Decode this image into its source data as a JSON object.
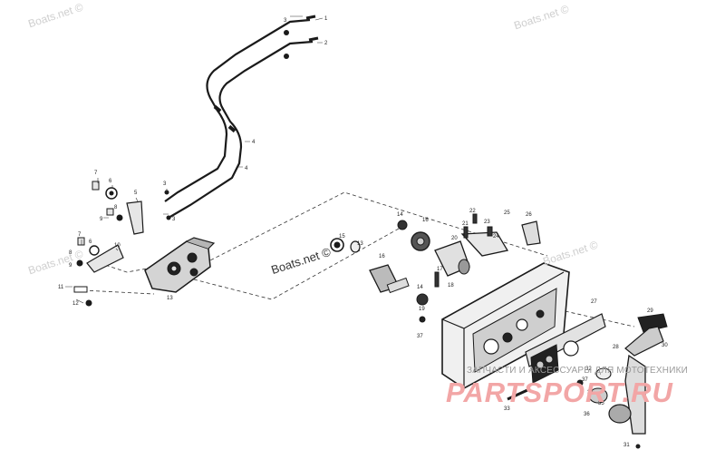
{
  "watermarks": {
    "top_left": "Boats.net ©",
    "top_right": "Boats.net ©",
    "mid_left": "Boats.net ©",
    "mid_right": "Boats.net ©",
    "center": "Boats.net ©"
  },
  "brand": {
    "tagline": "ЗАПЧАСТИ И АКСЕССУАРЫ ДЛЯ МОТОТЕХНИКИ",
    "logo": "PARTSPORT.RU"
  },
  "callouts": [
    {
      "id": "c3a",
      "label": "3"
    },
    {
      "id": "c1",
      "label": "1"
    },
    {
      "id": "c2",
      "label": "2"
    },
    {
      "id": "c4a",
      "label": "4"
    },
    {
      "id": "c4b",
      "label": "4"
    },
    {
      "id": "c7a",
      "label": "7"
    },
    {
      "id": "c6a",
      "label": "6"
    },
    {
      "id": "c5",
      "label": "5"
    },
    {
      "id": "c9a",
      "label": "9"
    },
    {
      "id": "c8a",
      "label": "8"
    },
    {
      "id": "c3b",
      "label": "3"
    },
    {
      "id": "c3c",
      "label": "3"
    },
    {
      "id": "c7b",
      "label": "7"
    },
    {
      "id": "c6b",
      "label": "6"
    },
    {
      "id": "c8b",
      "label": "8"
    },
    {
      "id": "c9b",
      "label": "9"
    },
    {
      "id": "c10",
      "label": "10"
    },
    {
      "id": "c11",
      "label": "11"
    },
    {
      "id": "c12",
      "label": "12"
    },
    {
      "id": "c13",
      "label": "13"
    },
    {
      "id": "c14a",
      "label": "14"
    },
    {
      "id": "c16a",
      "label": "16"
    },
    {
      "id": "c15",
      "label": "15"
    },
    {
      "id": "c13b",
      "label": "13"
    },
    {
      "id": "c16b",
      "label": "16"
    },
    {
      "id": "c17",
      "label": "17"
    },
    {
      "id": "c18",
      "label": "18"
    },
    {
      "id": "c14b",
      "label": "14"
    },
    {
      "id": "c19",
      "label": "19"
    },
    {
      "id": "c37a",
      "label": "37"
    },
    {
      "id": "c20",
      "label": "20"
    },
    {
      "id": "c21",
      "label": "21"
    },
    {
      "id": "c22",
      "label": "22"
    },
    {
      "id": "c23",
      "label": "23"
    },
    {
      "id": "c24",
      "label": "24"
    },
    {
      "id": "c25",
      "label": "25"
    },
    {
      "id": "c26",
      "label": "26"
    },
    {
      "id": "c27",
      "label": "27"
    },
    {
      "id": "c28",
      "label": "28"
    },
    {
      "id": "c29",
      "label": "29"
    },
    {
      "id": "c30",
      "label": "30"
    },
    {
      "id": "c31",
      "label": "31"
    },
    {
      "id": "c32",
      "label": "32"
    },
    {
      "id": "c33",
      "label": "33"
    },
    {
      "id": "c34",
      "label": "34"
    },
    {
      "id": "c35",
      "label": "35"
    },
    {
      "id": "c36",
      "label": "36"
    },
    {
      "id": "c37b",
      "label": "37"
    }
  ]
}
